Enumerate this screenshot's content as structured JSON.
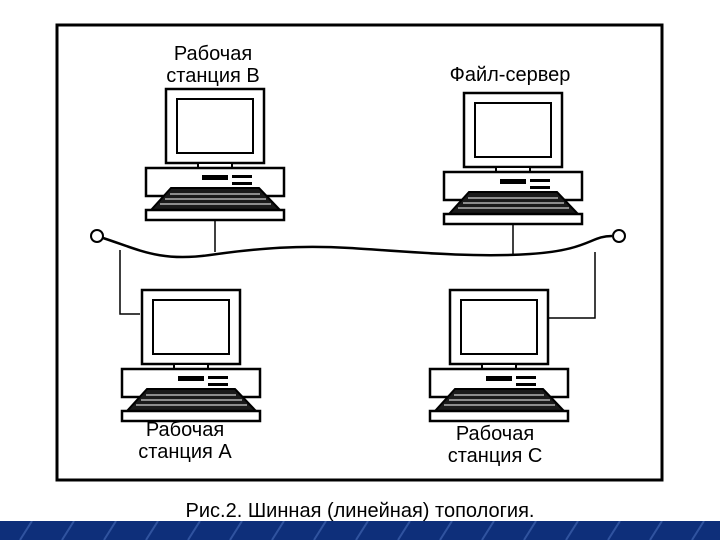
{
  "nodes": {
    "station_b": {
      "line1": "Рабочая",
      "line2": "станция В"
    },
    "file_server": {
      "label": "Файл-сервер"
    },
    "station_a": {
      "line1": "Рабочая",
      "line2": "станция А"
    },
    "station_c": {
      "line1": "Рабочая",
      "line2": "станция С"
    }
  },
  "caption": "Рис.2. Шинная (линейная) топология.",
  "colors": {
    "band": "#0e2f7a",
    "band_light": "#3f63b0"
  }
}
